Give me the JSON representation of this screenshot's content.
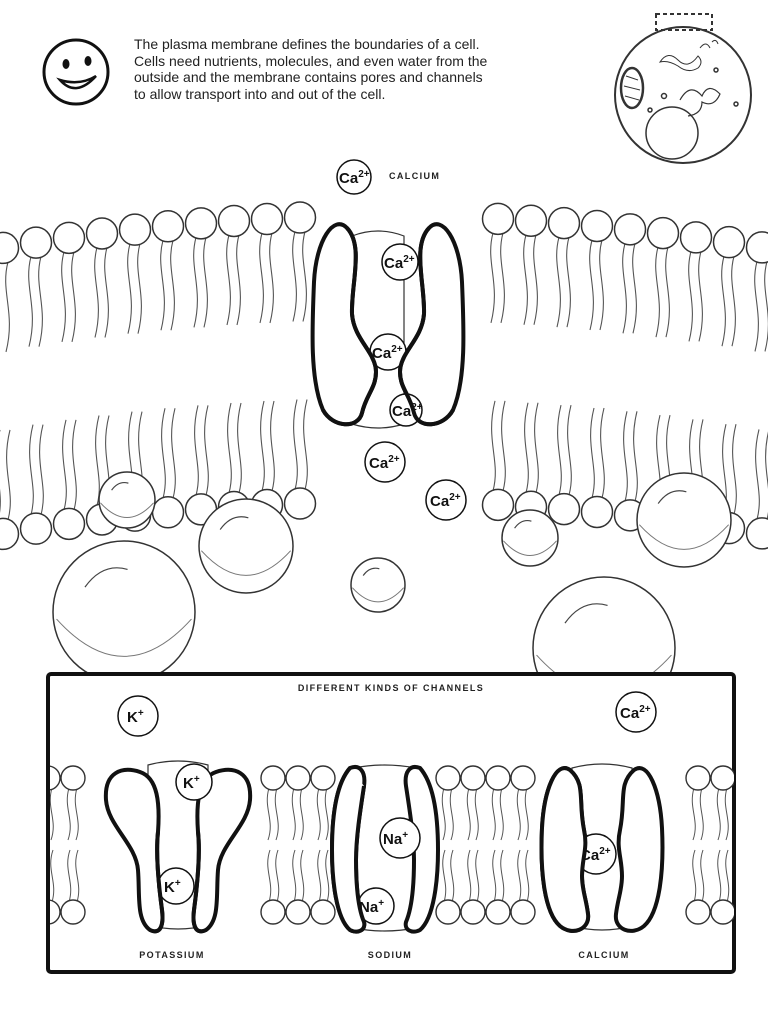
{
  "intro": {
    "lines": [
      "The plasma membrane defines the boundaries of a cell.",
      "Cells need nutrients, molecules, and even water from the",
      "outside and the membrane contains pores and channels",
      "to allow transport into and out of the cell."
    ]
  },
  "top_diagram": {
    "calcium_label": "CALCIUM",
    "ion": {
      "symbol": "Ca",
      "charge": "2+"
    }
  },
  "channels_panel": {
    "title": "DIFFERENT KINDS OF CHANNELS",
    "labels": {
      "potassium": "POTASSIUM",
      "sodium": "SODIUM",
      "calcium": "CALCIUM"
    },
    "ions": {
      "potassium": {
        "symbol": "K",
        "charge": "+"
      },
      "sodium": {
        "symbol": "Na",
        "charge": "+"
      },
      "calcium": {
        "symbol": "Ca",
        "charge": "2+"
      }
    }
  }
}
